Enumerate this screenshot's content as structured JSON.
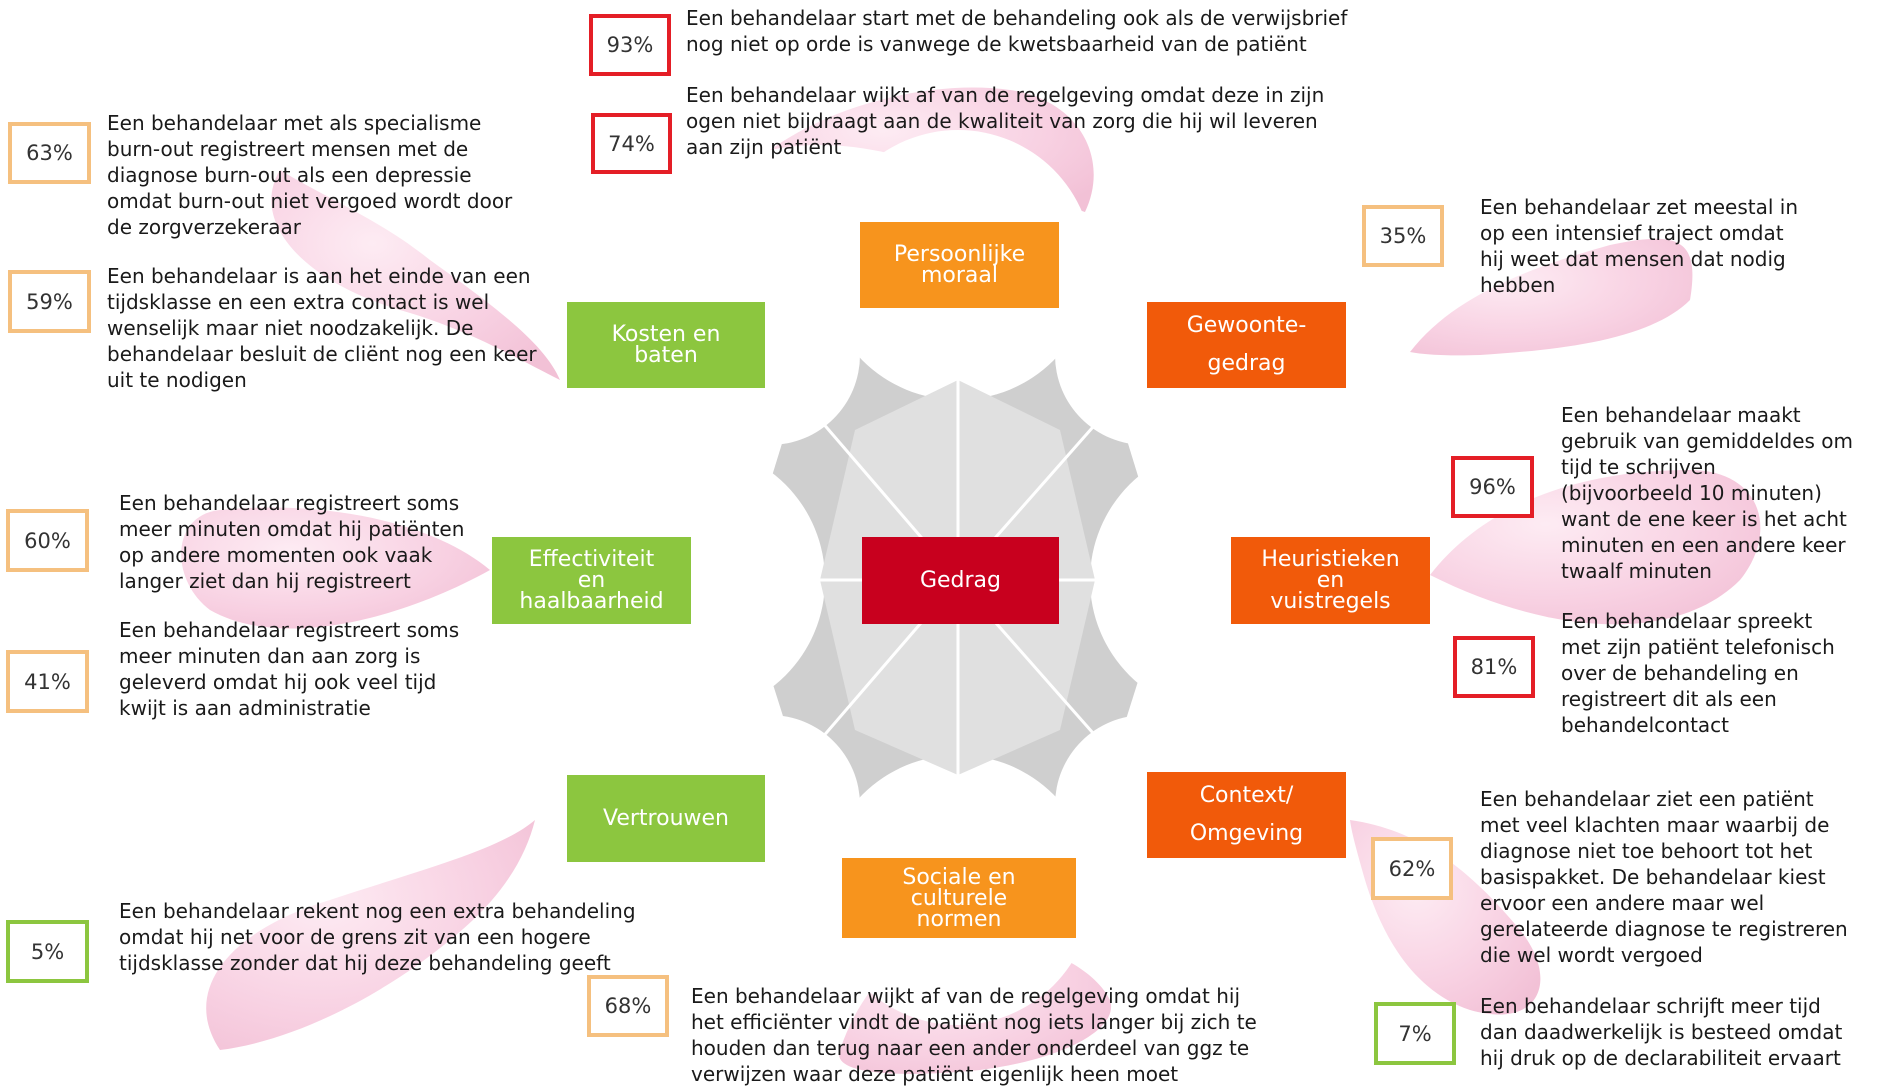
{
  "colors": {
    "red_badge": "#e41e26",
    "orange_badge": "#f5c07f",
    "green_badge": "#8cc63f",
    "center": "#c8001e",
    "green_box": "#8cc63f",
    "orange_box": "#f7941d",
    "dark_orange_box": "#f15a0a",
    "petal": "#f6c8dc"
  },
  "center": {
    "label": "Gedrag"
  },
  "factors": [
    {
      "id": "persoonlijke",
      "label": "Persoonlijke\nmoraal",
      "color": "#f7941d"
    },
    {
      "id": "gewoonte",
      "label": "Gewoonte-\ngedrag",
      "color": "#f15a0a"
    },
    {
      "id": "heuristieken",
      "label": "Heuristieken\nen\nvuistregels",
      "color": "#f15a0a"
    },
    {
      "id": "context",
      "label": "Context/\nOmgeving",
      "color": "#f15a0a"
    },
    {
      "id": "sociale",
      "label": "Sociale en\nculturele\nnormen",
      "color": "#f7941d"
    },
    {
      "id": "vertrouwen",
      "label": "Vertrouwen",
      "color": "#8cc63f"
    },
    {
      "id": "effectiviteit",
      "label": "Effectiviteit\nen\nhaalbaarheid",
      "color": "#8cc63f"
    },
    {
      "id": "kosten",
      "label": "Kosten en\nbaten",
      "color": "#8cc63f"
    }
  ],
  "statements": [
    {
      "percent": "93%",
      "level": "red",
      "text": "Een behandelaar start met de behandeling ook als de verwijsbrief\nnog niet op orde is vanwege de kwetsbaarheid van de patiënt"
    },
    {
      "percent": "74%",
      "level": "red",
      "text": "Een behandelaar wijkt af van de regelgeving omdat deze in zijn\nogen niet bijdraagt aan de kwaliteit van zorg die hij wil leveren\naan zijn patiënt"
    },
    {
      "percent": "63%",
      "level": "orange",
      "text": "Een behandelaar met als specialisme\nburn-out registreert mensen met de\ndiagnose burn-out als een depressie\nomdat burn-out niet vergoed wordt door\nde zorgverzekeraar"
    },
    {
      "percent": "59%",
      "level": "orange",
      "text": "Een behandelaar is aan het einde van een\ntijdsklasse en een extra contact is wel\nwenselijk maar niet noodzakelijk. De\nbehandelaar besluit de cliënt nog een keer\nuit te nodigen"
    },
    {
      "percent": "35%",
      "level": "orange",
      "text": "Een behandelaar zet meestal in\nop een intensief traject omdat\nhij weet dat mensen dat nodig\nhebben"
    },
    {
      "percent": "96%",
      "level": "red",
      "text": "Een behandelaar maakt\ngebruik van gemiddeldes om\ntijd te schrijven\n(bijvoorbeeld 10 minuten)\nwant de ene keer is het acht\nminuten en een andere keer\ntwaalf minuten"
    },
    {
      "percent": "81%",
      "level": "red",
      "text": "Een behandelaar spreekt\nmet zijn patiënt telefonisch\nover de behandeling en\nregistreert dit als een\nbehandelcontact"
    },
    {
      "percent": "60%",
      "level": "orange",
      "text": "Een behandelaar registreert soms\nmeer minuten omdat hij patiënten\nop andere momenten ook vaak\nlanger ziet dan hij registreert"
    },
    {
      "percent": "41%",
      "level": "orange",
      "text": "Een behandelaar registreert soms\nmeer minuten dan aan zorg is\ngeleverd omdat hij ook veel tijd\nkwijt is aan administratie"
    },
    {
      "percent": "62%",
      "level": "orange",
      "text": "Een behandelaar ziet een patiënt\nmet veel klachten maar waarbij de\ndiagnose niet toe behoort tot het\nbasispakket. De behandelaar kiest\nervoor een andere maar wel\ngerelateerde diagnose te registreren\ndie wel wordt vergoed"
    },
    {
      "percent": "5%",
      "level": "green",
      "text": "Een behandelaar rekent nog een extra behandeling\nomdat hij net voor de grens zit van een hogere\ntijdsklasse zonder dat hij deze behandeling geeft"
    },
    {
      "percent": "68%",
      "level": "orange",
      "text": "Een behandelaar wijkt af van de regelgeving omdat hij\nhet efficiënter vindt de patiënt nog iets langer bij zich te\nhouden dan terug naar een ander onderdeel van ggz te\nverwijzen waar deze patiënt eigenlijk heen moet"
    },
    {
      "percent": "7%",
      "level": "green",
      "text": "Een behandelaar schrijft meer tijd\ndan daadwerkelijk is besteed omdat\nhij druk op de declarabiliteit ervaart"
    }
  ]
}
